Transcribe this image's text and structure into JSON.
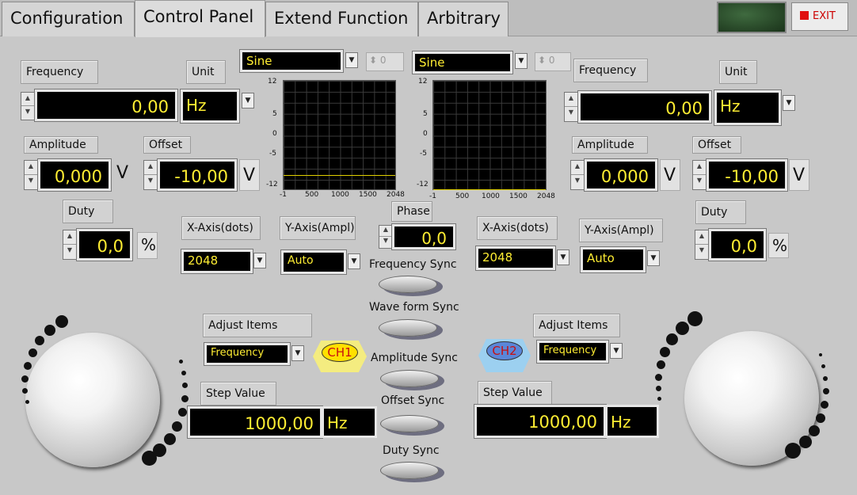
{
  "tabs": [
    "Configuration",
    "Control Panel",
    "Extend Function",
    "Arbitrary"
  ],
  "exit_label": "EXIT",
  "ch1": {
    "frequency_label": "Frequency",
    "unit_label": "Unit",
    "frequency_value": "0,00",
    "unit_value": "Hz",
    "amplitude_label": "Amplitude",
    "amplitude_value": "0,000",
    "amplitude_unit": "V",
    "offset_label": "Offset",
    "offset_value": "-10,00",
    "offset_unit": "V",
    "duty_label": "Duty",
    "duty_value": "0,0",
    "duty_unit": "%",
    "wave": "Sine",
    "counter": "0",
    "xaxis_label": "X-Axis(dots)",
    "xaxis_value": "2048",
    "yaxis_label": "Y-Axis(Ampl)",
    "yaxis_value": "Auto",
    "adjust_label": "Adjust Items",
    "adjust_value": "Frequency",
    "step_label": "Step Value",
    "step_value": "1000,00",
    "step_unit": "Hz",
    "badge": "CH1"
  },
  "ch2": {
    "frequency_label": "Frequency",
    "unit_label": "Unit",
    "frequency_value": "0,00",
    "unit_value": "Hz",
    "amplitude_label": "Amplitude",
    "amplitude_value": "0,000",
    "amplitude_unit": "V",
    "offset_label": "Offset",
    "offset_value": "-10,00",
    "offset_unit": "V",
    "duty_label": "Duty",
    "duty_value": "0,0",
    "duty_unit": "%",
    "wave": "Sine",
    "counter": "0",
    "xaxis_label": "X-Axis(dots)",
    "xaxis_value": "2048",
    "yaxis_label": "Y-Axis(Ampl)",
    "yaxis_value": "Auto",
    "adjust_label": "Adjust Items",
    "adjust_value": "Frequency",
    "step_label": "Step Value",
    "step_value": "1000,00",
    "step_unit": "Hz",
    "badge": "CH2"
  },
  "phase_label": "Phase",
  "phase_value": "0,0",
  "sync": [
    "Frequency Sync",
    "Wave form Sync",
    "Amplitude Sync",
    "Offset Sync",
    "Duty Sync"
  ],
  "plot_axis": {
    "y_ticks": [
      "12",
      "5",
      "0",
      "-5",
      "-12"
    ],
    "x_ticks": [
      "-1",
      "500",
      "1000",
      "1500",
      "2048"
    ]
  },
  "colors": {
    "display_bg": "#000000",
    "display_text": "#ffee33",
    "trace": "#e0d000"
  }
}
